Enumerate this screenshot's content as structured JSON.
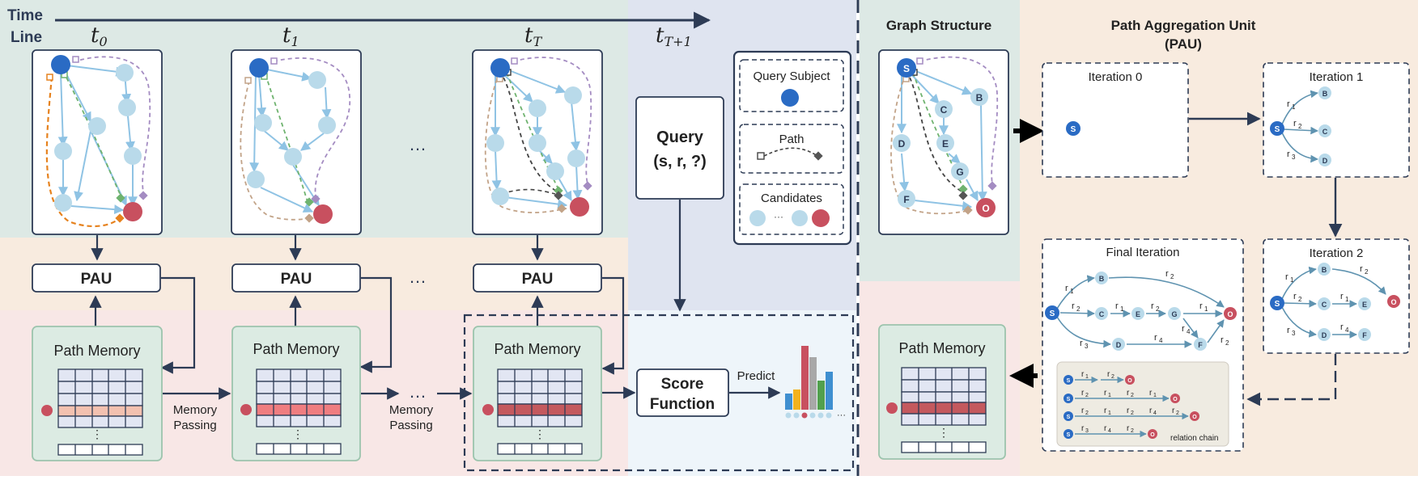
{
  "timeline": {
    "title_line1": "Time",
    "title_line2": "Line",
    "t0": "t",
    "t0_sub": "0",
    "t1": "t",
    "t1_sub": "1",
    "tT": "t",
    "tT_sub": "T",
    "tT1": "t",
    "tT1_sub": "T+1",
    "ellipsis": "…"
  },
  "pau_label": "PAU",
  "path_memory_label": "Path Memory",
  "memory_passing_line1": "Memory",
  "memory_passing_line2": "Passing",
  "vdots": "⋮",
  "query": {
    "line1": "Query",
    "line2": "(s, r, ?)"
  },
  "legend": {
    "query_subject": "Query Subject",
    "path": "Path",
    "candidates": "Candidates",
    "candidates_dots": "···"
  },
  "score": {
    "line1": "Score",
    "line2": "Function",
    "predict": "Predict",
    "dots": "···"
  },
  "graph_structure": {
    "title": "Graph Structure",
    "nodes": [
      "S",
      "B",
      "C",
      "D",
      "E",
      "G",
      "F",
      "O"
    ]
  },
  "pau_unit": {
    "title_line1": "Path Aggregation Unit",
    "title_line2": "(PAU)",
    "iteration0": "Iteration 0",
    "iteration1": "Iteration 1",
    "iteration2": "Iteration 2",
    "final_iteration": "Final Iteration",
    "relation_chain": "relation chain",
    "r": "r",
    "subs": [
      "1",
      "2",
      "3",
      "4"
    ]
  },
  "colors": {
    "navy": "#2d3b55",
    "subject": "#2a6bc4",
    "candidate": "#b9daea",
    "object": "#c8505f",
    "edge": "#8fc3e4",
    "green_bg": "#dde9e5",
    "peach_bg": "#f8ebdf",
    "pink_bg": "#f8e7e6",
    "lav_bg": "#dfe4f0",
    "memory_fill": "#dcebe3"
  }
}
